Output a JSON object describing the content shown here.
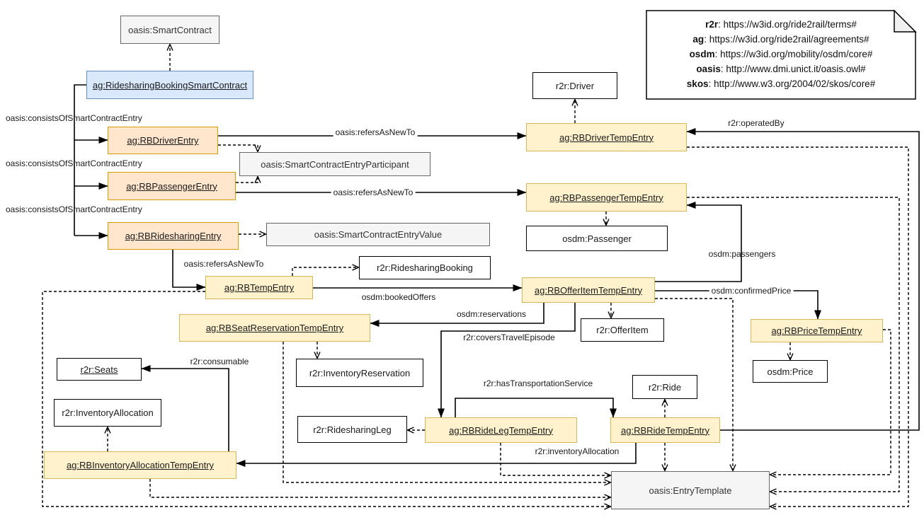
{
  "nodes": {
    "smart_contract": {
      "label": "oasis:SmartContract"
    },
    "rb_smart_contract": {
      "label": "ag:RidesharingBookingSmartContract"
    },
    "rb_driver_entry": {
      "label": "ag:RBDriverEntry"
    },
    "rb_passenger_entry": {
      "label": "ag:RBPassengerEntry"
    },
    "rb_ridesharing_entry": {
      "label": "ag:RBRidesharingEntry"
    },
    "sc_entry_participant": {
      "label": "oasis:SmartContractEntryParticipant"
    },
    "sc_entry_value": {
      "label": "oasis:SmartContractEntryValue"
    },
    "rb_temp_entry": {
      "label": "ag:RBTempEntry"
    },
    "ridesharing_booking": {
      "label": "r2r:RidesharingBooking"
    },
    "driver": {
      "label": "r2r:Driver"
    },
    "rb_driver_temp": {
      "label": "ag:RBDriverTempEntry"
    },
    "rb_passenger_temp": {
      "label": "ag:RBPassengerTempEntry"
    },
    "passenger": {
      "label": "osdm:Passenger"
    },
    "rb_offer_item_temp": {
      "label": "ag:RBOfferItemTempEntry"
    },
    "offer_item": {
      "label": "r2r:OfferItem"
    },
    "rb_price_temp": {
      "label": "ag:RBPriceTempEntry"
    },
    "price": {
      "label": "osdm:Price"
    },
    "rb_seat_reservation_temp": {
      "label": "ag:RBSeatReservationTempEntry"
    },
    "inventory_reservation": {
      "label": "r2r:InventoryReservation"
    },
    "seats": {
      "label": "r2r:Seats"
    },
    "inventory_allocation": {
      "label": "r2r:InventoryAllocation"
    },
    "rb_inventory_allocation_temp": {
      "label": "ag:RBInventoryAllocationTempEntry"
    },
    "ridesharing_leg": {
      "label": "r2r:RidesharingLeg"
    },
    "rb_ride_leg_temp": {
      "label": "ag:RBRideLegTempEntry"
    },
    "rb_ride_temp": {
      "label": "ag:RBRideTempEntry"
    },
    "ride": {
      "label": "r2r:Ride"
    },
    "entry_template": {
      "label": "oasis:EntryTemplate"
    }
  },
  "edge_labels": {
    "consists_1": "oasis:consistsOfSmartContractEntry",
    "consists_2": "oasis:consistsOfSmartContractEntry",
    "consists_3": "oasis:consistsOfSmartContractEntry",
    "refers_1": "oasis:refersAsNewTo",
    "refers_2": "oasis:refersAsNewTo",
    "refers_3": "oasis:refersAsNewTo",
    "operated_by": "r2r:operatedBy",
    "booked_offers": "osdm:bookedOffers",
    "passengers": "osdm:passengers",
    "confirmed_price": "osdm:confirmedPrice",
    "reservations": "osdm:reservations",
    "covers_travel_episode": "r2r:coversTravelEpisode",
    "has_transportation_service": "r2r:hasTransportationService",
    "inventory_allocation": "r2r:inventoryAllocation",
    "consumable": "r2r:consumable"
  },
  "legend": {
    "lines": [
      {
        "prefix": "r2r",
        "rest": ": https://w3id.org/ride2rail/terms#"
      },
      {
        "prefix": "ag",
        "rest": ": https://w3id.org/ride2rail/agreements#"
      },
      {
        "prefix": "osdm",
        "rest": ": https://w3id.org/mobility/osdm/core#"
      },
      {
        "prefix": "oasis",
        "rest": ": http://www.dmi.unict.it/oasis.owl#"
      },
      {
        "prefix": "skos",
        "rest": ": http://www.w3.org/2004/02/skos/core#"
      }
    ]
  },
  "colors": {
    "entry_fill": "#ffe6cc",
    "entry_border": "#d79b00",
    "temp_fill": "#fff2cc",
    "temp_border": "#d6b656",
    "contract_fill": "#dae8fc",
    "contract_border": "#6c8ebf",
    "neutral_fill": "#f5f5f5",
    "neutral_border": "#666666",
    "plain_fill": "#ffffff",
    "plain_border": "#000000",
    "line": "#000000"
  }
}
